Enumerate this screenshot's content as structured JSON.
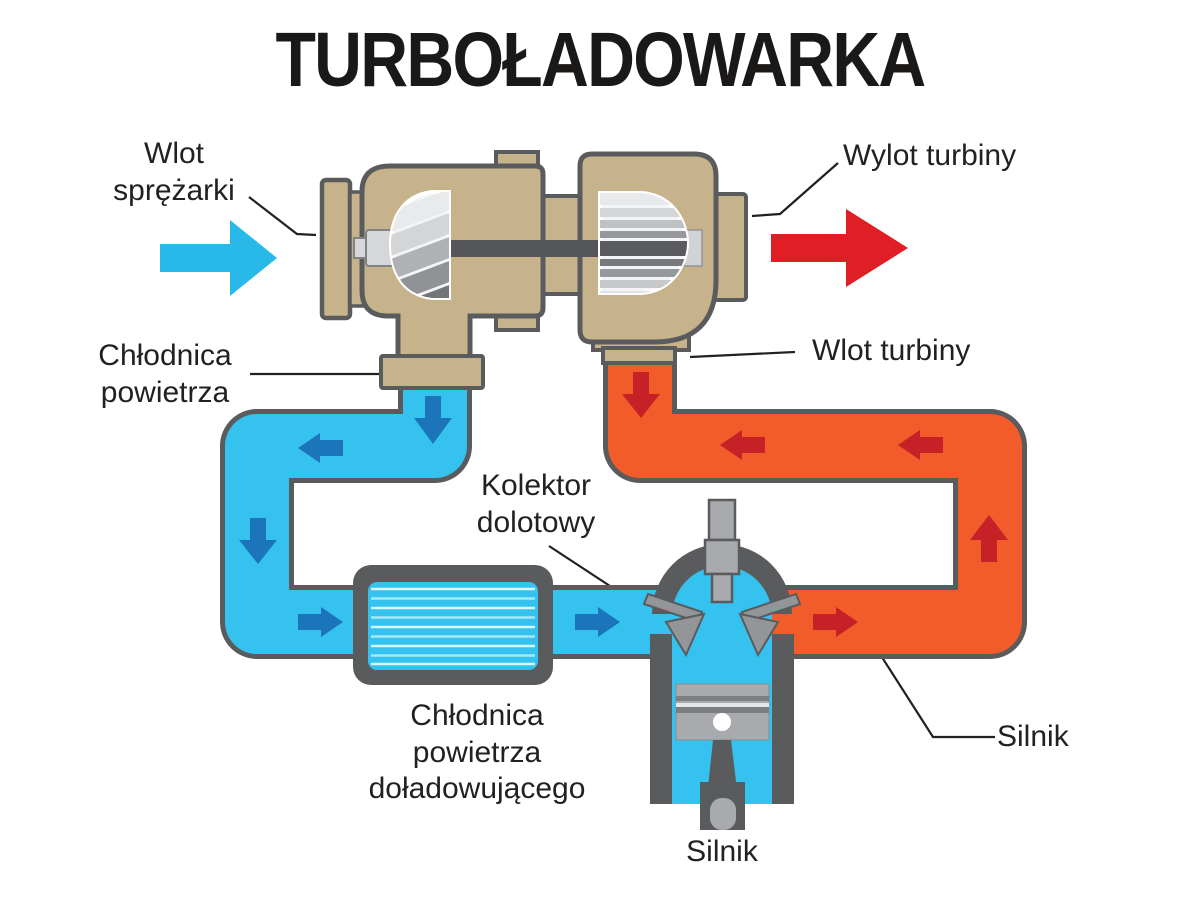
{
  "title": "TURBOŁADOWARKA",
  "labels": {
    "compressor_inlet": "Wlot sprężarki",
    "turbine_outlet": "Wylot turbiny",
    "air_cooler": "Chłodnica powietrza",
    "turbine_inlet": "Wlot turbiny",
    "intake_manifold": "Kolektor dolotowy",
    "charge_air_cooler": "Chłodnica powietrza doładowującego",
    "engine_bottom": "Silnik",
    "engine_side": "Silnik"
  },
  "colors": {
    "housing_tan": "#C6B38C",
    "outline_gray": "#5A5B5D",
    "pipe_cyan": "#35C2EF",
    "arrow_blue": "#1C75BB",
    "pipe_orange": "#F25B2A",
    "arrow_red": "#C52127",
    "big_arrow_red": "#E01E25",
    "big_arrow_cyan": "#29B9E9",
    "metal_gray": "#A8AAAD",
    "text_black": "#232020"
  }
}
